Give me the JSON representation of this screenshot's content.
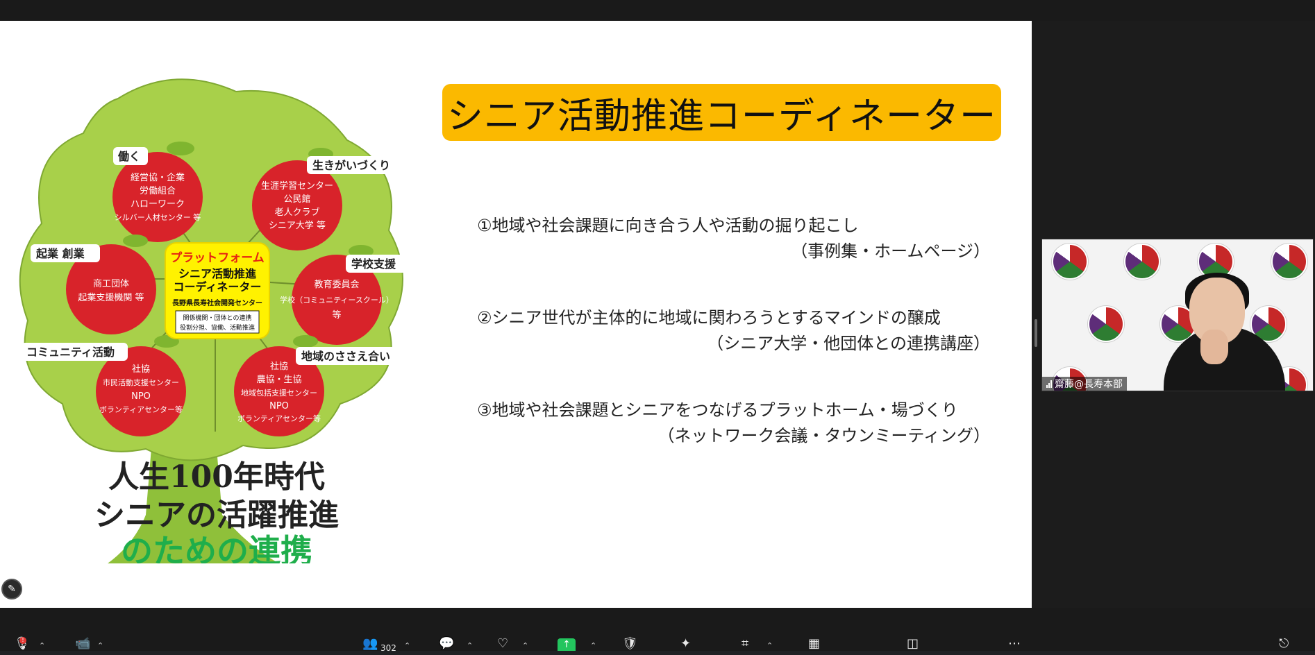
{
  "slide": {
    "title": "シニア活動推進コーディネーター",
    "points": [
      {
        "main": "①地域や社会課題に向き合う人や活動の掘り起こし",
        "sub": "（事例集・ホームページ）"
      },
      {
        "main": "②シニア世代が主体的に地域に関わろうとするマインドの醸成",
        "sub": "（シニア大学・他団体との連携講座）"
      },
      {
        "main": "③地域や社会課題とシニアをつなげるプラットホーム・場づくり",
        "sub": "（ネットワーク会議・タウンミーティング）"
      }
    ]
  },
  "tree": {
    "categories": {
      "work": "働く",
      "purpose": "生きがいづくり",
      "startup": "起業 創業",
      "school": "学校支援",
      "community": "コミュニティ活動",
      "mutual": "地域のささえ合い"
    },
    "apples": {
      "work": [
        "経営協・企業",
        "労働組合",
        "ハローワーク",
        "シルバー人材センター 等"
      ],
      "purpose": [
        "生涯学習センター",
        "公民館",
        "老人クラブ",
        "シニア大学 等"
      ],
      "startup": [
        "商工団体",
        "起業支援機関 等"
      ],
      "school": [
        "教育委員会",
        "学校（コミュニティースクール）",
        "等"
      ],
      "community": [
        "社協",
        "市民活動支援センター",
        "NPO",
        "ボランティアセンター等"
      ],
      "mutual": [
        "社協",
        "農協・生協",
        "地域包括支援センター",
        "NPO",
        "ボランティアセンター等"
      ]
    },
    "platform": {
      "title": "プラットフォーム",
      "line1": "シニア活動推進",
      "line2": "コーディネーター",
      "org": "長野県長寿社会開発センター",
      "note1": "関係機関・団体との連携",
      "note2": "役割分担、協働、活動推進"
    },
    "caption": {
      "line1": "人生100年時代",
      "line2": "シニアの活躍推進",
      "line3": "のための連携"
    }
  },
  "video": {
    "participant_name": "齋藤@長寿本部"
  },
  "toolbar": {
    "participants_count": "302"
  },
  "colors": {
    "title_box": "#fbb900",
    "apple": "#d8232a",
    "tree_leaf": "#a8d04a",
    "caption_green": "#1fae4b",
    "share_green": "#23c55e"
  }
}
